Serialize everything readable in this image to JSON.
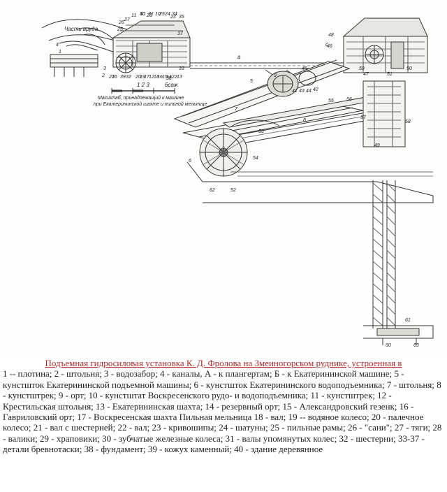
{
  "figure": {
    "ore_label": "Часть вруда",
    "scale_numbers": "1 2 3",
    "scale_unit": "6саж",
    "scale_text_line1": "Масштаб, принадлежащий к машине",
    "scale_text_line2": "при Екатерининской шахте и пильной мельнице",
    "canal_letter": "a",
    "sled_letter": "c",
    "callouts": [
      "1",
      "2",
      "3",
      "4",
      "5",
      "6",
      "7",
      "8",
      "9",
      "10",
      "11",
      "12",
      "13",
      "14",
      "15",
      "16",
      "17",
      "18",
      "19",
      "20",
      "21",
      "22",
      "23",
      "24",
      "25",
      "26",
      "27",
      "28",
      "29",
      "30",
      "31",
      "32",
      "33",
      "34",
      "35",
      "36",
      "37",
      "38",
      "39",
      "40",
      "41",
      "42",
      "43",
      "44",
      "45",
      "46",
      "47",
      "48",
      "49",
      "50",
      "51",
      "52",
      "53",
      "54",
      "55",
      "56",
      "57",
      "58",
      "59",
      "60",
      "61",
      "62",
      "63"
    ]
  },
  "caption": {
    "title": "Подъемная гидросиловая установка К. Д. Фролова на Змеиногорском руднике, устроенная в",
    "body": "1 -- плотина; 2 - штольня; 3 - водозабор; 4 - каналы, А - к плангертам; Б - к Екатерининской машине; 5 - кунстшток Екатерининской подъемной машины; 6 - кунстшток Екатерининского водоподъемника; 7 - штольня; 8 - кунстштрек; 9 - орт; 10 - кунстштат Воскресенского рудо- и водоподъемника; 11 - кунстштрек; 12 - Крестильская штольня; 13 - Екатерининская шахта; 14 - резервный орт; 15 - Александровский гезенк; 16 - Гавриловский орт; 17 - Воскресенская шахта Пильная мельница 18 - вал; 19 -- водяное колесо; 20 - палечное колесо; 21 - вал с шестерней; 22 - вал; 23 - кривошипы; 24 - шатуны; 25 - пильные рамы; 26 - \"сани\"; 27 - тяги; 28 - валики; 29 - храповики; 30 - зубчатые железные колеса; 31 - валы упомянутых колес; 32 - шестерни; 33-37 - детали бревнотаски; 38 - фундамент; 39 - кожух каменный; 40 - здание деревянное"
  }
}
